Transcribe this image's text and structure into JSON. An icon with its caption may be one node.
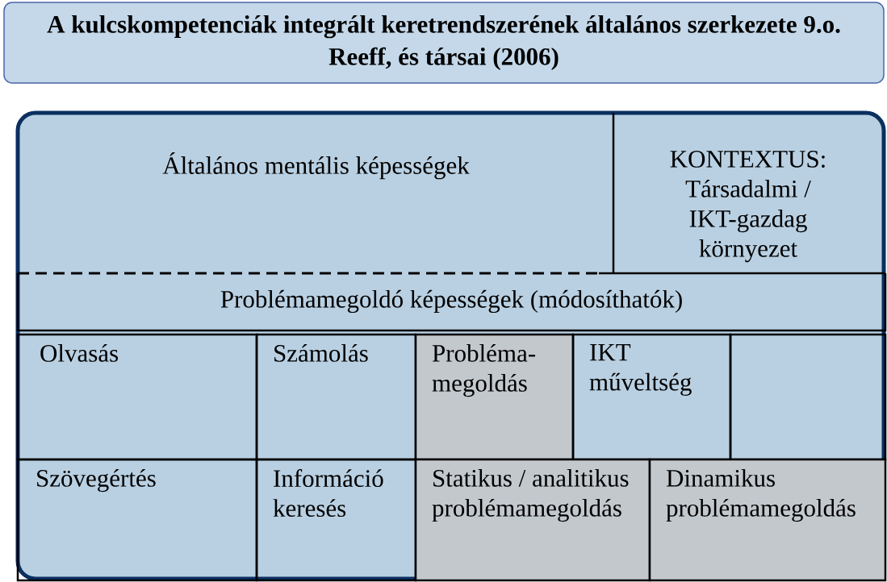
{
  "diagram": {
    "nodes": [
      {
        "text": [
          "A kulcskompetenciák integrált keretrendszerének általános szerkezete 9.o. Reeff, és társai (2006)"
        ]
      },
      {
        "text": [],
        "shape": "box"
      },
      {
        "text": [
          "Általános mentális képességek"
        ],
        "in": 1
      },
      {
        "text": [
          "KONTEXTUS: Társadalmi / IKT-gazdag környezet"
        ],
        "in": 1
      },
      {
        "text": [
          "Problémamegoldó képességek (módosíthatók)"
        ],
        "in": 1
      },
      {
        "text": [
          "Olvasás"
        ],
        "in": 1
      },
      {
        "text": [
          "Számolás"
        ],
        "in": 1
      },
      {
        "text": [
          "Probléma-megoldás"
        ],
        "in": 1
      },
      {
        "text": [
          "IKT műveltség"
        ],
        "in": 1
      },
      {
        "text": [],
        "shape": "box",
        "in": 1
      },
      {
        "text": [
          "Szövegértés"
        ],
        "in": 1
      },
      {
        "text": [
          "Információ keresés"
        ],
        "in": 1
      },
      {
        "text": [
          "Statikus / analitikus problémamegoldás"
        ],
        "in": 1
      },
      {
        "text": [
          "Dinamikus problémamegoldás"
        ],
        "in": 1
      }
    ]
  }
}
